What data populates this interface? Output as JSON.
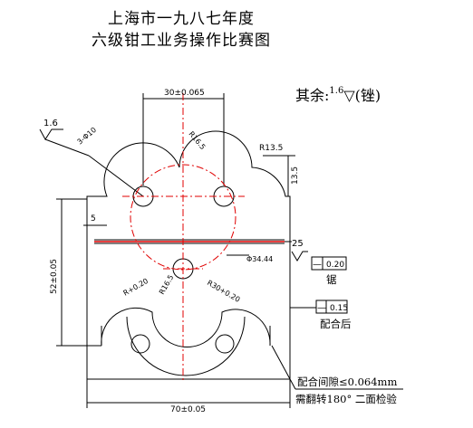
{
  "title": {
    "line1": "上海市一九八七年度",
    "line2": "六级钳工业务操作比赛图"
  },
  "roughness_rest": {
    "prefix": "其余:",
    "value": "1.6",
    "suffix": "(锉)"
  },
  "roughness_top": "1.6",
  "dimensions": {
    "top_width": "30±0.065",
    "r16_5": "R16.5",
    "r13_5": "R13.5",
    "h13_5": "13.5",
    "holes": "3-Φ10",
    "gap5": "5",
    "gap25": "25",
    "dia34": "Φ34.44",
    "height52": "52±0.05",
    "r20_left": "R+0.20",
    "r16_5b": "R16.5",
    "r30": "R30+0.20",
    "bottom_width": "70±0.05"
  },
  "tolerances": {
    "flatness_saw": "0.20",
    "flatness_fit": "0.15"
  },
  "labels": {
    "saw": "锯",
    "after_fit": "配合后",
    "fit_gap": "配合间隙≤0.064mm",
    "flip": "需翻转180° 二面检验"
  },
  "colors": {
    "line": "#000000",
    "center": "#e00000"
  }
}
